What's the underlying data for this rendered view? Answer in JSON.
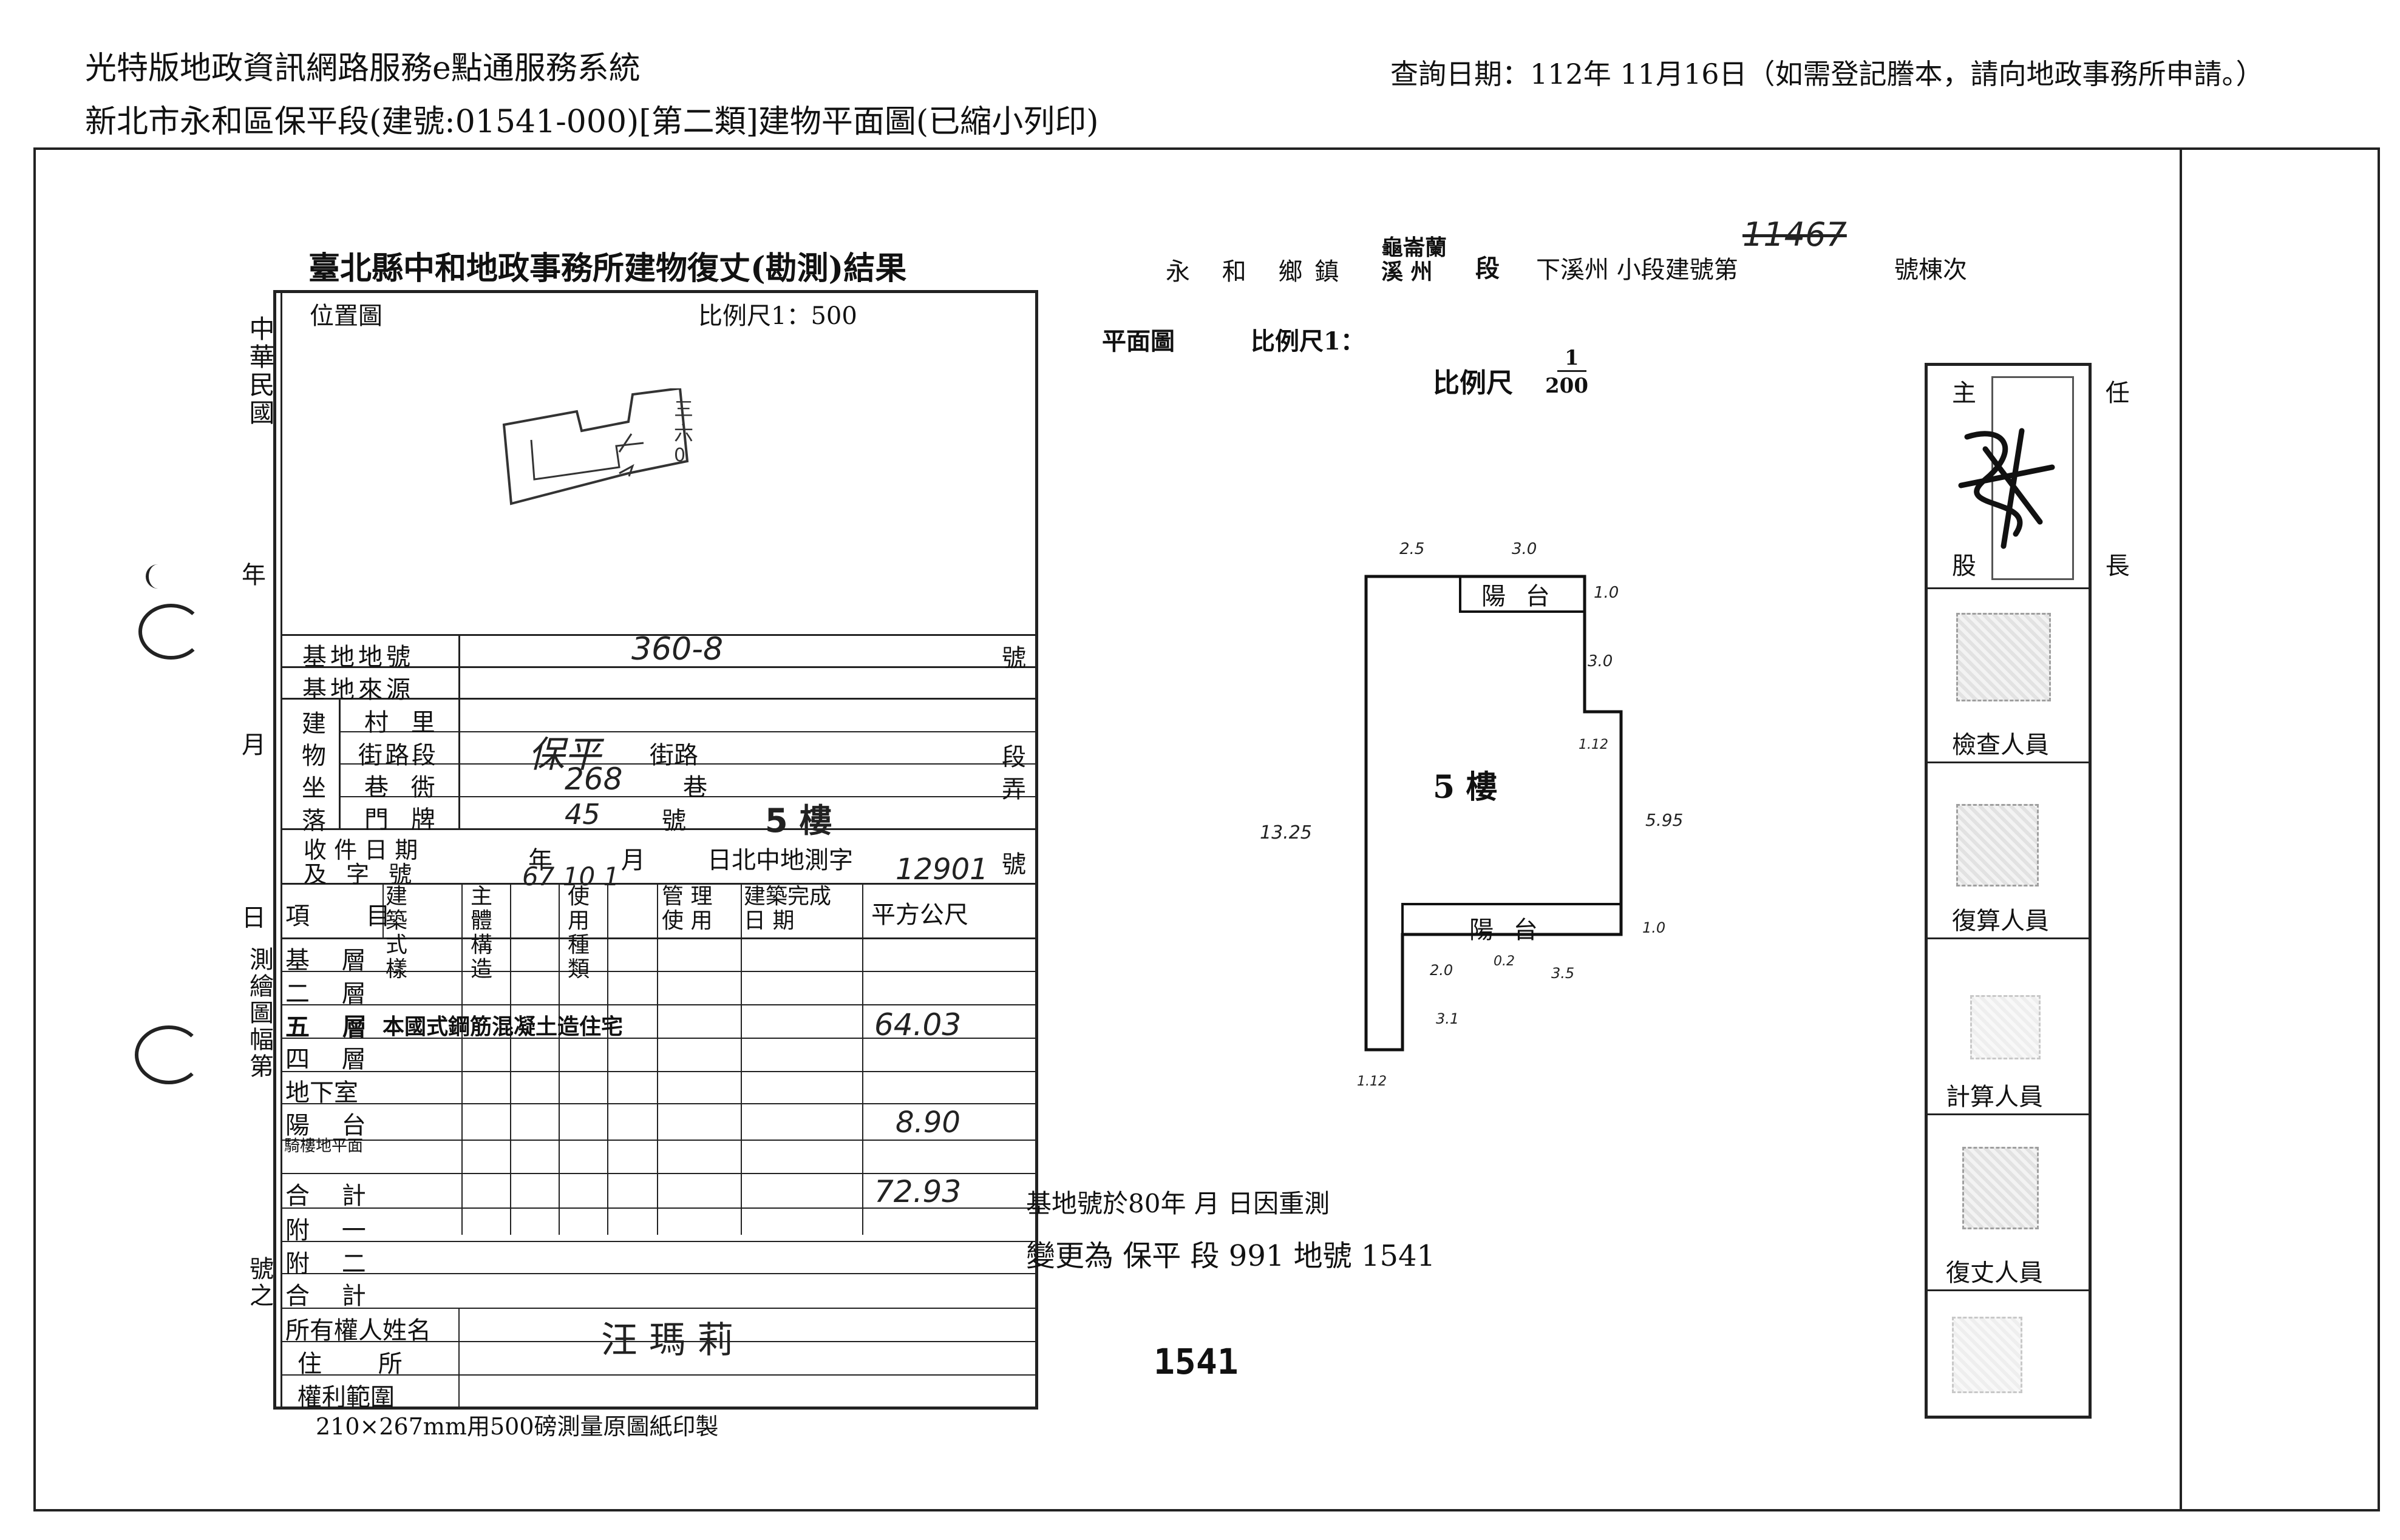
{
  "header": {
    "system_title": "光特版地政資訊網路服務e點通服務系統",
    "subtitle": "新北市永和區保平段(建號:01541-000)[第二類]建物平面圖(已縮小列印)",
    "query_date": "查詢日期：112年 11月16日（如需登記謄本，請向地政事務所申請。）"
  },
  "left_margin": {
    "roc": "中華民國",
    "year": "年",
    "month": "月",
    "day": "日",
    "survey_sheet": "測繪圖幅第",
    "number_of": "號之"
  },
  "form": {
    "title": "臺北縣中和地政事務所建物復丈(勘測)結果",
    "location_map_label": "位置圖",
    "scale_label": "比例尺1：500",
    "site_lot_label": "基地地號",
    "site_lot_value": "360-8",
    "hao": "號",
    "site_source_label": "基地來源",
    "bldg_chars": [
      "建",
      "物",
      "坐",
      "落"
    ],
    "village_label": "村 里",
    "street_label": "街路段",
    "street_value": "保平",
    "street_suffix": "街路",
    "duan": "段",
    "lane_label": "巷 衖",
    "lane_value": "268",
    "lane_suffix": "巷",
    "nong": "弄",
    "door_label": "門 牌",
    "door_value": "45",
    "door_hao": "號",
    "floor_value": "5 樓",
    "receive_label1": "收 件 日 期",
    "receive_label2": "及 字 號",
    "receive_ym": "年 月",
    "receive_date": "67 10 1",
    "receive_word": "日北中地測字",
    "receive_no": "12901",
    "receive_hao": "號",
    "col_item": "項 目",
    "col_style": "建 築 式 樣",
    "col_struct": "主 體 構 造",
    "col_use": "使 用 種 類",
    "col_mgmt": "管 理 使 用",
    "col_done": "建築完成 日 期",
    "col_area": "平方公尺",
    "rows": [
      {
        "label": "基 層",
        "value": ""
      },
      {
        "label": "二 層",
        "value": ""
      },
      {
        "label": "五 層",
        "value": "64.03"
      },
      {
        "label": "四 層",
        "value": ""
      },
      {
        "label": "地下室",
        "value": ""
      },
      {
        "label": "陽 台",
        "value": "8.90"
      },
      {
        "label": "騎樓地平面",
        "value": ""
      },
      {
        "label": "合 計",
        "value": "72.93"
      },
      {
        "label": "附 一",
        "value": ""
      },
      {
        "label": "附 二",
        "value": ""
      },
      {
        "label": "合 計",
        "value": ""
      }
    ],
    "fifth_floor_desc": "本國式鋼筋混凝土造住宅",
    "owner_label": "所有權人姓名",
    "owner_value": "汪 瑪 莉",
    "address_label": "住 所",
    "rights_label": "權利範圍",
    "paper_note": "210×267mm用500磅測量原圖紙印製"
  },
  "plan": {
    "heading_town": "永 和 鄉鎮",
    "heading_sec1": "龜崙蘭 溪 州",
    "heading_sec2": "段",
    "heading_sub": "下溪州 小段建號第",
    "heading_no": "11467",
    "heading_tail": "號棟次",
    "plan_label": "平面圖",
    "plan_scale": "比例尺1：",
    "scale_hand": "比例尺",
    "scale_num": "1",
    "scale_den": "200",
    "floor_label": "5 樓",
    "balcony_top": "陽 台",
    "balcony_bottom": "陽 台",
    "dims": [
      "2.5",
      "3.0",
      "1.0",
      "3.0",
      "1.12",
      "5.95",
      "13.25",
      "1.0",
      "2.0",
      "0.2",
      "3.5",
      "3.1",
      "1.12"
    ]
  },
  "notes": {
    "change_line1": "基地號於80年 月 日因重測",
    "change_line2": "變更為 保平 段 991 地號 1541",
    "building_no": "1541"
  },
  "side_panel": {
    "chief": "主 任",
    "chief2": "股 長",
    "inspector": "檢查人員",
    "recalc": "復算人員",
    "calc": "計算人員",
    "resurvey": "復丈人員"
  }
}
